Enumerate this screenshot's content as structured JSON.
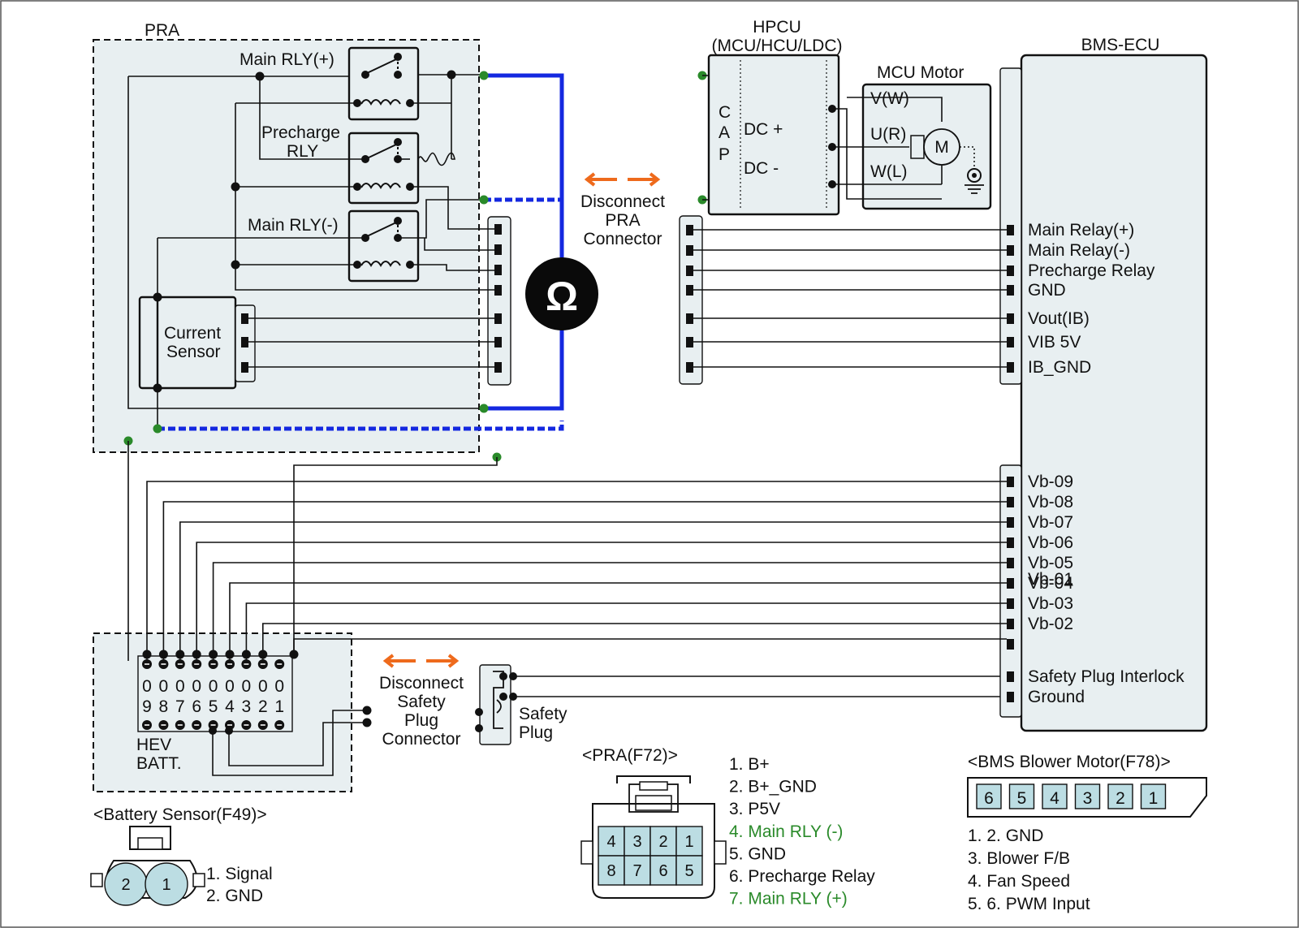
{
  "labels": {
    "pra": "PRA",
    "main_rly_plus": "Main RLY(+)",
    "precharge_rly_1": "Precharge",
    "precharge_rly_2": "RLY",
    "main_rly_minus": "Main RLY(-)",
    "current_sensor_1": "Current",
    "current_sensor_2": "Sensor",
    "hpcu_1": "HPCU",
    "hpcu_2": "(MCU/HCU/LDC)",
    "cap_c": "C",
    "cap_a": "A",
    "cap_p": "P",
    "dc_plus": "DC +",
    "dc_minus": "DC -",
    "mcu_motor": "MCU Motor",
    "vw": "V(W)",
    "ur": "U(R)",
    "wl": "W(L)",
    "motor_m": "M",
    "bms_ecu": "BMS-ECU",
    "disconnect_pra_1": "Disconnect",
    "disconnect_pra_2": "PRA",
    "disconnect_pra_3": "Connector",
    "ohm": "Ω",
    "disconnect_sp_1": "Disconnect",
    "disconnect_sp_2": "Safety",
    "disconnect_sp_3": "Plug",
    "disconnect_sp_4": "Connector",
    "safety_plug_1": "Safety",
    "safety_plug_2": "Plug",
    "hev_batt_1": "HEV",
    "hev_batt_2": "BATT."
  },
  "bms_pins_top": [
    "Main Relay(+)",
    "Main Relay(-)",
    "Precharge Relay",
    "GND",
    "Vout(IB)",
    "VIB 5V",
    "IB_GND"
  ],
  "bms_pins_bottom": [
    "Vb-09",
    "Vb-08",
    "Vb-07",
    "Vb-06",
    "Vb-05",
    "Vb-04",
    "Vb-03",
    "Vb-02",
    "Safety Plug Interlock",
    "Ground"
  ],
  "bms_overlap_label": "Vb-01",
  "battery_modules": [
    "09",
    "08",
    "07",
    "06",
    "05",
    "04",
    "03",
    "02",
    "01"
  ],
  "connectors": {
    "pra_f72": {
      "title": "<PRA(F72)>",
      "cells_top": [
        "4",
        "3",
        "2",
        "1"
      ],
      "cells_bottom": [
        "8",
        "7",
        "6",
        "5"
      ],
      "pins": [
        {
          "text": "1. B+",
          "highlight": false
        },
        {
          "text": "2. B+_GND",
          "highlight": false
        },
        {
          "text": "3. P5V",
          "highlight": false
        },
        {
          "text": "4. Main RLY (-)",
          "highlight": true
        },
        {
          "text": "5. GND",
          "highlight": false
        },
        {
          "text": "6. Precharge Relay",
          "highlight": false
        },
        {
          "text": "7. Main RLY (+)",
          "highlight": true
        }
      ]
    },
    "battery_sensor_f49": {
      "title": "<Battery Sensor(F49)>",
      "cells": [
        "2",
        "1"
      ],
      "pins": [
        "1. Signal",
        "2. GND"
      ]
    },
    "bms_blower_f78": {
      "title": "<BMS Blower Motor(F78)>",
      "cells": [
        "6",
        "5",
        "4",
        "3",
        "2",
        "1"
      ],
      "pins": [
        "1. 2. GND",
        "3. Blower F/B",
        "4. Fan Speed",
        "5. 6. PWM Input"
      ]
    }
  },
  "colors": {
    "hv_wire": "#1428e0",
    "highlight_text": "#2a8a2a",
    "arrow": "#ee6a1c",
    "fill": "#e8eff1",
    "cell_fill": "#bcdde3"
  }
}
